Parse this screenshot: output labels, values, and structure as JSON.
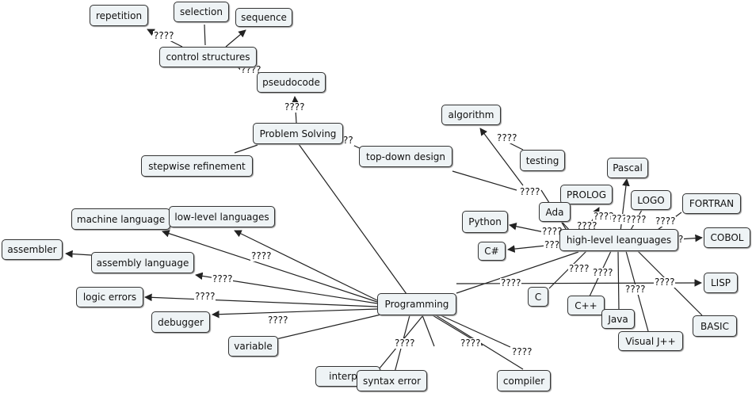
{
  "colors": {
    "node_fill": "#eef3f5",
    "node_border": "#333333",
    "line": "#222222",
    "background": "#ffffff"
  },
  "nodes": {
    "repetition": "repetition",
    "selection": "selection",
    "sequence": "sequence",
    "control_structures": "control structures",
    "pseudocode": "pseudocode",
    "problem_solving": "Problem Solving",
    "stepwise_refinement": "stepwise refinement",
    "top_down_design": "top-down design",
    "algorithm": "algorithm",
    "testing": "testing",
    "pascal": "Pascal",
    "prolog": "PROLOG",
    "logo": "LOGO",
    "fortran": "FORTRAN",
    "ada": "Ada",
    "python": "Python",
    "high_level": "high-level leanguages",
    "cobol": "COBOL",
    "csharp": "C#",
    "machine_language": "machine language",
    "low_level": "low-level languages",
    "assembler": "assembler",
    "assembly_language": "assembly language",
    "logic_errors": "logic errors",
    "debugger": "debugger",
    "variable": "variable",
    "programming": "Programming",
    "c": "C",
    "cpp": "C++",
    "java": "Java",
    "visual_jpp": "Visual J++",
    "lisp": "LISP",
    "basic": "BASIC",
    "interpreter": "interpre",
    "syntax_error": "syntax error",
    "compiler": "compiler"
  },
  "labels": {
    "ctrl_rep": "????",
    "ctrl_pseudo": "????",
    "pseudo_problem": "????",
    "problem_topdown": "??",
    "algo_testing": "????",
    "topdown_highlevel": "????",
    "hl_ada": "????",
    "hl_prolog": "????",
    "hl_pascal": "????",
    "hl_logo": "????",
    "hl_fortran": "????",
    "hl_python": "????",
    "hl_csharp": "????",
    "hl_cobol": "?",
    "hl_c": "????",
    "hl_cpp": "????",
    "hl_visual": "????",
    "hl_basic": "????",
    "prog_lisp": "????",
    "prog_low": "????",
    "prog_assembly": "????",
    "prog_logic": "????",
    "prog_variable": "????",
    "prog_syntax": "????",
    "prog_compiler": "????",
    "prog_compiler2": "????"
  }
}
